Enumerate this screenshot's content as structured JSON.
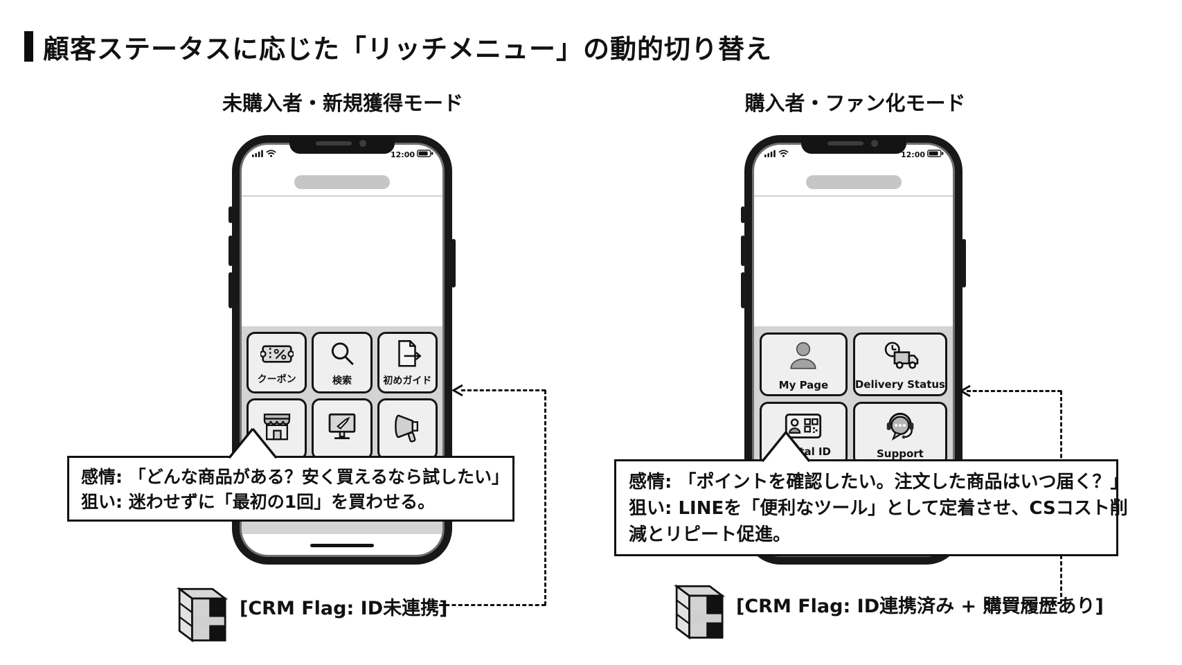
{
  "title": "顧客ステータスに応じた「リッチメニュー」の動的切り替え",
  "colors": {
    "background": "#ffffff",
    "text": "#111111",
    "phone_frame": "#181818",
    "menu_band": "#d4d4d4",
    "menu_button": "#efefef",
    "bubble_border": "#111111"
  },
  "icons": [
    "coupon-ticket-icon",
    "search-icon",
    "starter-guide-icon",
    "storefront-icon",
    "monitor-icon",
    "megaphone-icon",
    "my-page-person-icon",
    "delivery-truck-icon",
    "digital-id-card-icon",
    "support-headset-icon",
    "database-cube-icon",
    "signal-icon",
    "wifi-icon",
    "battery-icon",
    "left-arrow-icon"
  ],
  "panels": {
    "left": {
      "header": "未購入者・新規獲得モード",
      "status_time": "12:00",
      "menu_items": [
        {
          "label": "クーポン",
          "icon": "coupon-ticket-icon"
        },
        {
          "label": "検索",
          "icon": "search-icon"
        },
        {
          "label": "初めガイド",
          "icon": "starter-guide-icon"
        },
        {
          "label": "",
          "icon": "storefront-icon"
        },
        {
          "label": "",
          "icon": "monitor-icon"
        },
        {
          "label": "",
          "icon": "megaphone-icon"
        }
      ],
      "bubble_lines": [
        "感情: 「どんな商品がある？安く買えるなら試したい」",
        "狙い: 迷わせずに「最初の1回」を買わせる。"
      ],
      "crm_flag": "[CRM Flag: ID未連携]"
    },
    "right": {
      "header": "購入者・ファン化モード",
      "status_time": "12:00",
      "menu_items": [
        {
          "label": "My Page",
          "icon": "my-page-person-icon"
        },
        {
          "label": "Delivery Status",
          "icon": "delivery-truck-icon"
        },
        {
          "label": "Digital ID",
          "icon": "digital-id-card-icon"
        },
        {
          "label": "Support",
          "icon": "support-headset-icon"
        }
      ],
      "bubble_lines": [
        "感情: 「ポイントを確認したい。注文した商品はいつ届く？」",
        "狙い: LINEを「便利なツール」として定着させ、CSコスト削",
        "減とリピート促進。"
      ],
      "crm_flag": "[CRM Flag: ID連携済み + 購買履歴あり]"
    }
  }
}
